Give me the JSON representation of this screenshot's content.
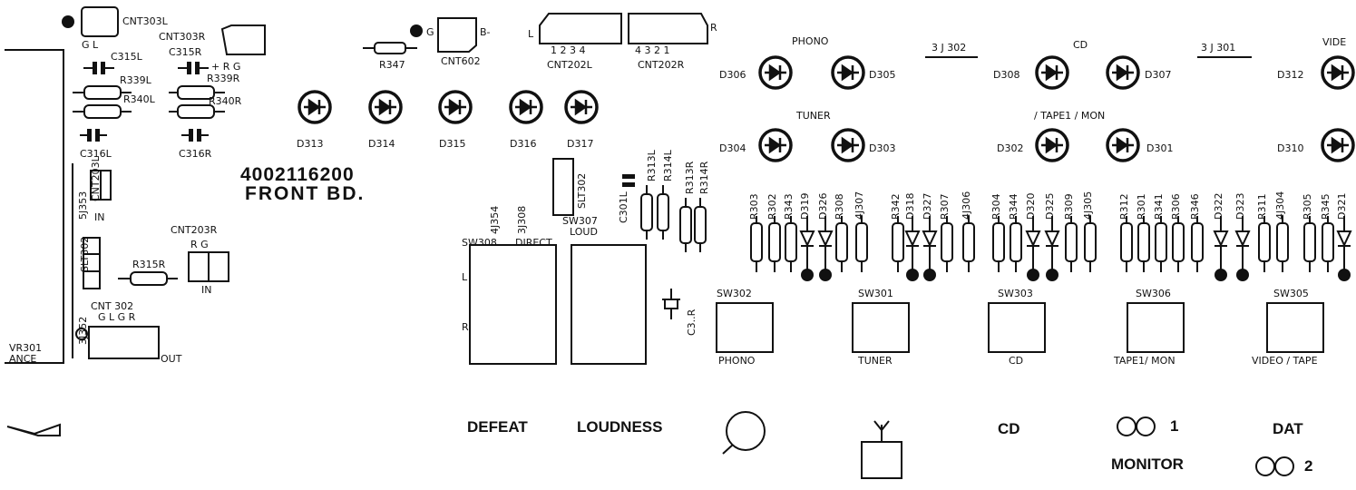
{
  "board": {
    "number": "4002116200",
    "name": "FRONT BD."
  },
  "connectors": {
    "cnt303l": "CNT303L",
    "cnt303r": "CNT303R",
    "cnt602": "CNT602",
    "cnt202l": "CNT202L",
    "cnt202r": "CNT202R",
    "cnt203l": "CNT203L",
    "cnt203r": "CNT203R",
    "cnt302": "CNT 302",
    "pins_gl": "G  L",
    "pins_rg": "R  G",
    "pins_g": "G",
    "pins_b": "B-",
    "pins_l": "L",
    "pins_r": "R",
    "pins_1234": "1 2 3 4",
    "pins_4321": "4 3 2 1",
    "pins_glgr": "G L G R",
    "in1": "IN",
    "in2": "IN",
    "out": "OUT",
    "plus_rg": "+ R G"
  },
  "diodes": {
    "d313": "D313",
    "d314": "D314",
    "d315": "D315",
    "d316": "D316",
    "d317": "D317",
    "d306": "D306",
    "d305": "D305",
    "d308": "D308",
    "d307": "D307",
    "d312": "D312",
    "d304": "D304",
    "d303": "D303",
    "d302": "D302",
    "d301": "D301",
    "d310": "D310"
  },
  "components": {
    "c315l": "C315L",
    "r339l": "R339L",
    "r340l": "R340L",
    "c316l": "C316L",
    "c315r": "C315R",
    "r339r": "R339R",
    "r340r": "R340R",
    "c316r": "C316R",
    "r347": "R347",
    "r315r": "R315R",
    "slt302": "SLT302",
    "j353": "5J353",
    "j352": "3J352",
    "j354": "4J354",
    "j308": "3J308",
    "slt302b": "SLT302",
    "c301l": "C301L",
    "r313l": "R313L",
    "r314l": "R314L",
    "r313r": "R313R",
    "r314r": "R314R",
    "c301r": "C3..R",
    "col1": [
      "R303",
      "R302",
      "R343",
      "D319",
      "D326",
      "R308",
      "4J307"
    ],
    "col2": [
      "R342",
      "D318",
      "D327",
      "R307",
      "4J306"
    ],
    "col3": [
      "R304",
      "R344",
      "D320",
      "D325",
      "R309",
      "4J305"
    ],
    "col4": [
      "R312",
      "R301",
      "R341",
      "R306",
      "R346",
      "D322",
      "D323",
      "R311",
      "4J304"
    ],
    "col5": [
      "R305",
      "R345",
      "D321"
    ]
  },
  "jumpers": {
    "j302": "3 J 302",
    "j301": "3 J 301"
  },
  "groups": {
    "phono": "PHONO",
    "cd": "CD",
    "video": "VIDE",
    "tuner": "TUNER",
    "tapemon": "/ TAPE1 / MON"
  },
  "switches": {
    "sw308": "SW308",
    "direct": "DIRECT",
    "sw307": "SW307",
    "loud": "LOUD",
    "sw302": "SW302",
    "sw301": "SW301",
    "sw303": "SW303",
    "sw306": "SW306",
    "sw305": "SW305",
    "phono": "PHONO",
    "tuner": "TUNER",
    "cd": "CD",
    "tape1mon": "TAPE1/ MON",
    "videotape": "VIDEO / TAPE",
    "l": "L",
    "r": "R"
  },
  "vr301": {
    "name": "VR301",
    "sub": "ANCE"
  },
  "panel": {
    "defeat": "DEFEAT",
    "loudness": "LOUDNESS",
    "cd": "CD",
    "dat": "DAT",
    "monitor": "MONITOR",
    "one": "1",
    "two": "2"
  },
  "colors": {
    "ink": "#111111",
    "paper": "#ffffff"
  }
}
